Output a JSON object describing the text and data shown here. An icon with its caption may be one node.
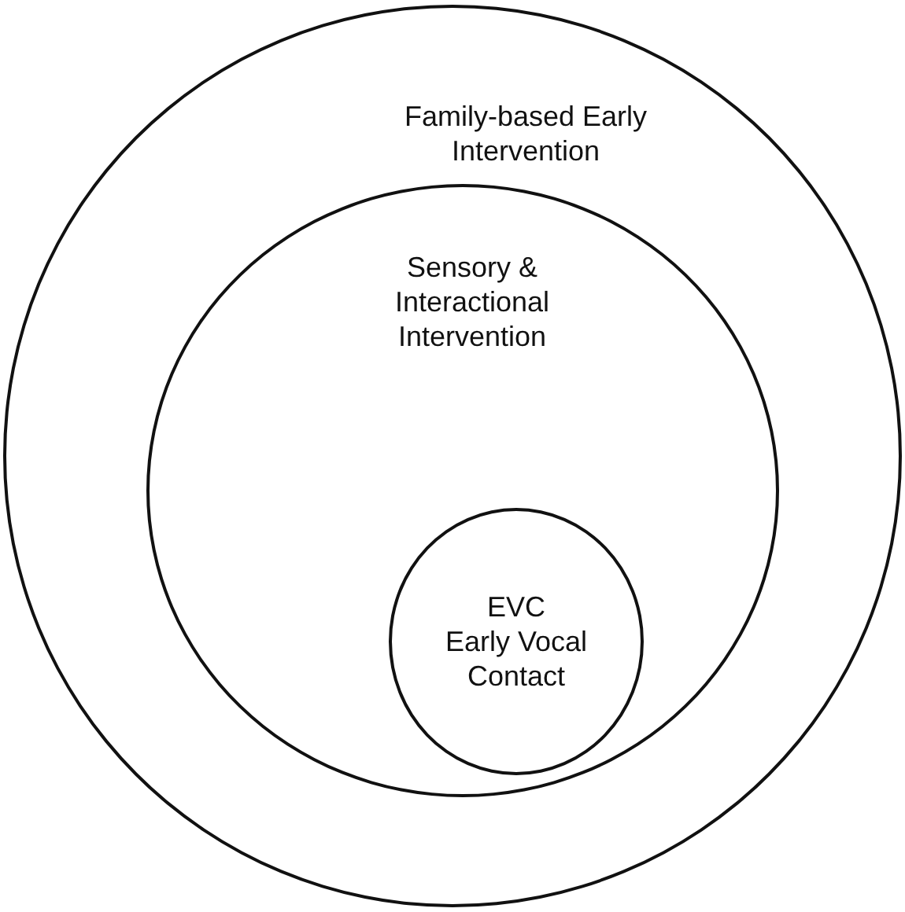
{
  "diagram": {
    "nodes": [
      {
        "text": [
          "Family-based Early Intervention"
        ]
      },
      {
        "text": [
          "Sensory & Interactional Intervention"
        ],
        "in": 0
      },
      {
        "text": [
          "EVC",
          "Early Vocal Contact"
        ],
        "in": 1
      }
    ]
  }
}
